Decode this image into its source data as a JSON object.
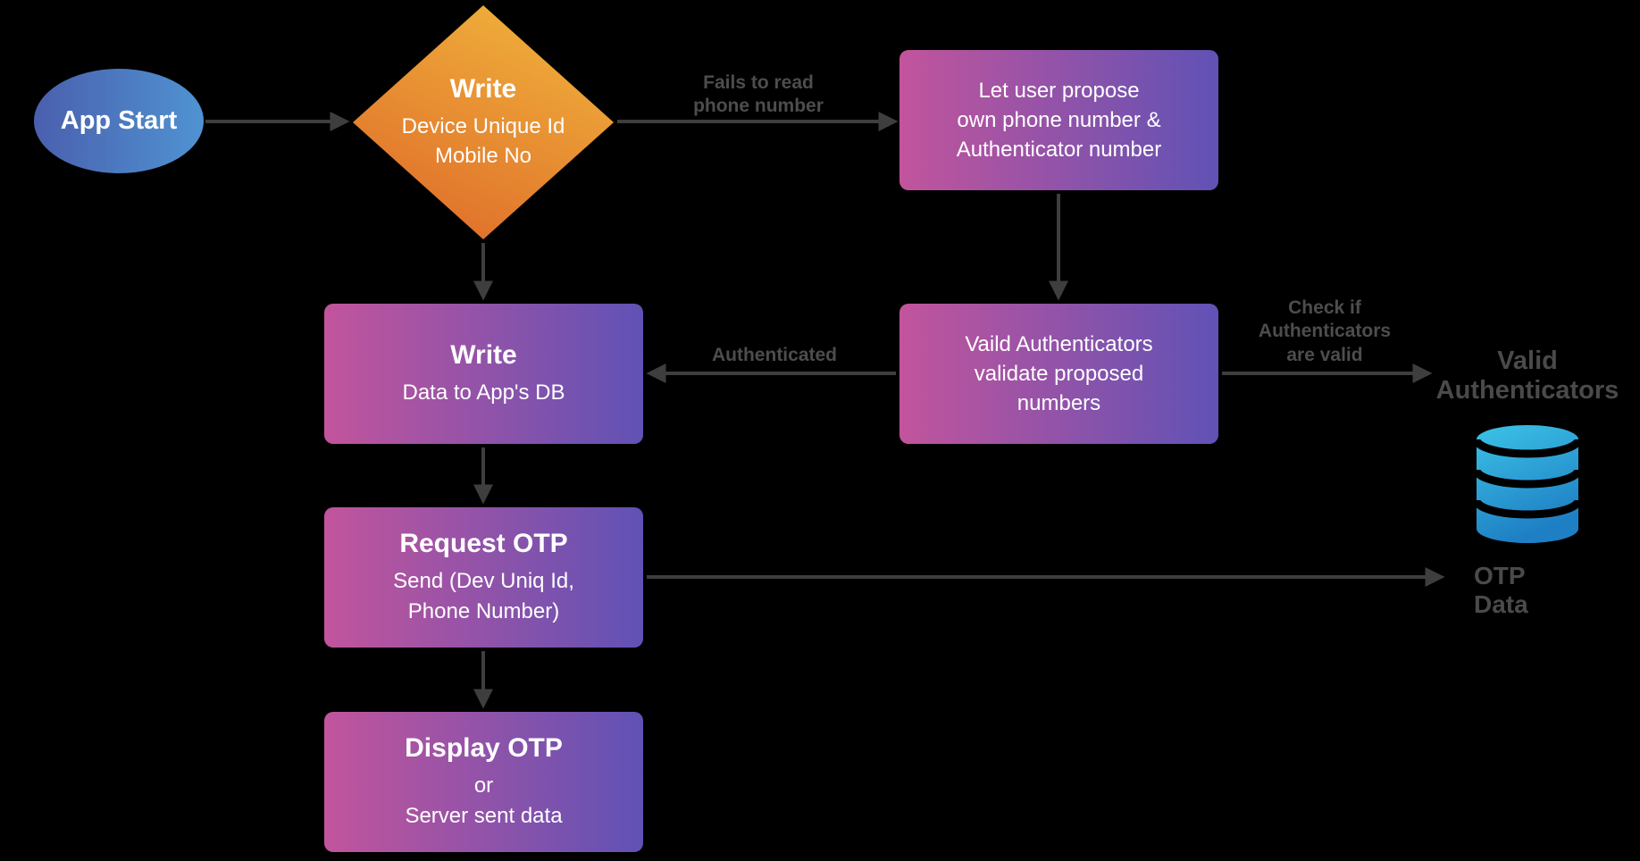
{
  "nodes": {
    "app_start": {
      "label": "App Start"
    },
    "write_device": {
      "title": "Write",
      "body": "Device Unique Id\nMobile No"
    },
    "propose_number": {
      "body": "Let user propose\nown phone number &\nAuthenticator number"
    },
    "write_db": {
      "title": "Write",
      "body": "Data to App's DB"
    },
    "validate_numbers": {
      "body": "Vaild Authenticators\nvalidate proposed\nnumbers"
    },
    "request_otp": {
      "title": "Request OTP",
      "body": "Send (Dev Uniq Id,\nPhone Number)"
    },
    "display_otp": {
      "title": "Display OTP",
      "body": "or\nServer sent data"
    },
    "database": {
      "title": "Valid\nAuthenticators",
      "caption": "OTP Data",
      "icon": "database-cylinder-icon"
    }
  },
  "edge_labels": {
    "fails_to_read": "Fails to read\nphone number",
    "authenticated": "Authenticated",
    "check_valid": "Check if\nAuthenticators\nare valid"
  },
  "colors": {
    "background": "#000000",
    "arrow": "#3e3e3e",
    "edge_label_text": "#4d4d4d",
    "node_text": "#ffffff",
    "ellipse_gradient": [
      "#4a5fae",
      "#4f93d2"
    ],
    "diamond_gradient": [
      "#f0b13b",
      "#df6d2a"
    ],
    "box_gradient": [
      "#c2549c",
      "#6052b5"
    ],
    "database_gradient": [
      "#3cc3e6",
      "#1e7fc4"
    ]
  }
}
